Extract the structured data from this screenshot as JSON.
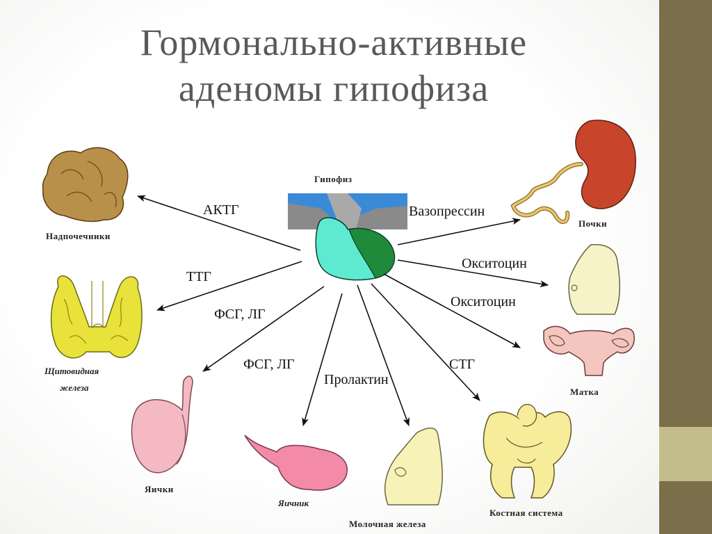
{
  "title": {
    "line1": "Гормонально-активные",
    "line2": "аденомы гипофиза"
  },
  "center": {
    "label": "Гипофиз"
  },
  "hormones": {
    "actg": "АКТГ",
    "ttg": "ТТГ",
    "fsg_lg_1": "ФСГ, ЛГ",
    "fsg_lg_2": "ФСГ, ЛГ",
    "prolactin": "Пролактин",
    "stg": "СТГ",
    "vasopressin": "Вазопрессин",
    "oxytocin_1": "Окситоцин",
    "oxytocin_2": "Окситоцин"
  },
  "organs": {
    "adrenals": "Надпочечники",
    "thyroid_line1": "Щитовидная",
    "thyroid_line2": "железа",
    "testes": "Яички",
    "ovary": "Яичник",
    "mammary": "Молочная железа",
    "bones": "Костная система",
    "uterus": "Матка",
    "kidneys": "Почки"
  },
  "colors": {
    "sidebar_dark": "#7a6f4a",
    "sidebar_light": "#c3bd8b",
    "title": "#595959"
  }
}
